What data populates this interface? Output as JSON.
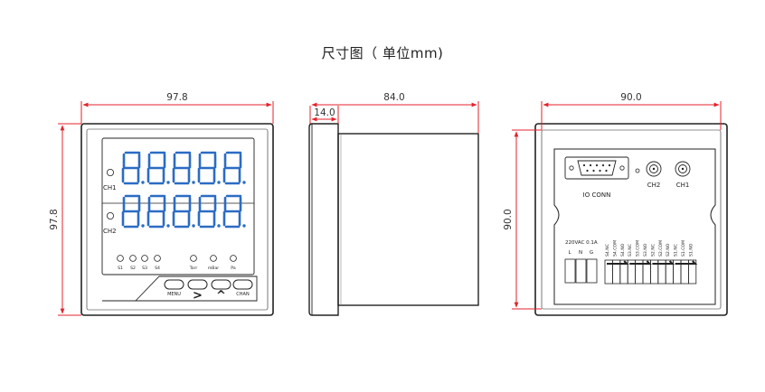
{
  "title": "尺寸图（ 单位mm)",
  "front_view": {
    "width_dim": "97.8",
    "height_dim": "97.8",
    "ch1_label": "CH1",
    "ch2_label": "CH2",
    "indicators": [
      "S1",
      "S2",
      "S3",
      "S4",
      "Torr",
      "mBar",
      "Pa"
    ],
    "buttons": [
      "MENU",
      ">",
      "^",
      "CHAN"
    ]
  },
  "side_view": {
    "bezel_dim": "14.0",
    "depth_dim": "84.0"
  },
  "rear_view": {
    "width_dim": "90.0",
    "height_dim": "90.0",
    "io_label": "IO CONN",
    "ch2_label": "CH2",
    "ch1_label": "CH1",
    "power_label": "220VAC 0.1A",
    "power_pins": [
      "L",
      "N",
      "G"
    ],
    "relay_labels": [
      "S4.NC",
      "S4.COM",
      "S4.NO",
      "S3.NC",
      "S3.COM",
      "S3.NO",
      "S2.NC",
      "S2.COM",
      "S2.NO",
      "S1.NC",
      "S1.COM",
      "S1.NO"
    ]
  },
  "colors": {
    "dimension": "#e3232b",
    "outline": "#222222",
    "led_blue": "#2b6cc4"
  }
}
